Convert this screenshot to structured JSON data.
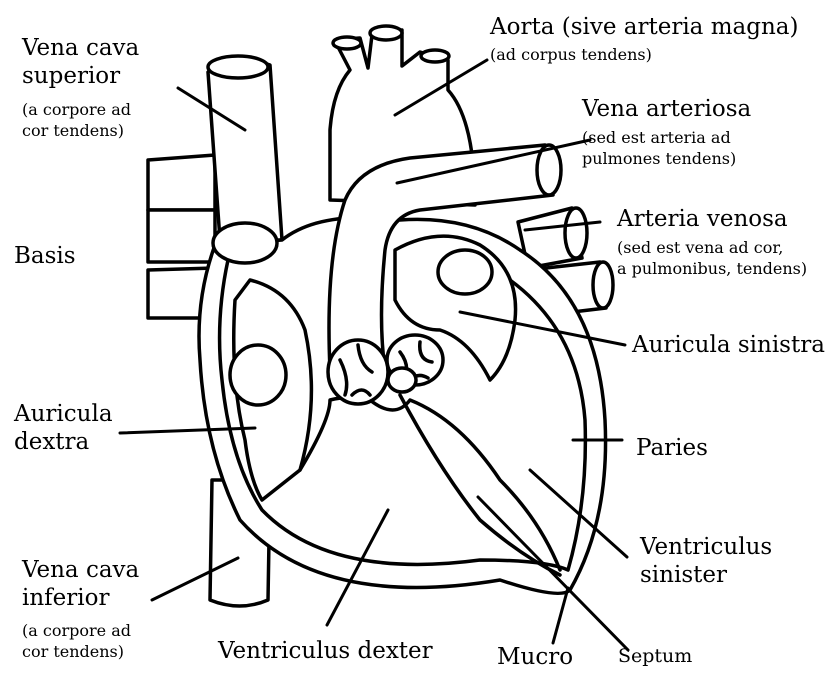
{
  "labels": {
    "vena_cava_superior": {
      "lines": [
        "Vena cava",
        "superior"
      ],
      "note": [
        "(a corpore ad",
        "cor tendens)"
      ]
    },
    "aorta": {
      "title": "Aorta (sive arteria magna)",
      "note": "(ad corpus tendens)"
    },
    "vena_arteriosa": {
      "title": "Vena arteriosa",
      "note": [
        "(sed est arteria ad",
        "pulmones tendens)"
      ]
    },
    "arteria_venosa": {
      "title": "Arteria venosa",
      "note": [
        "(sed est vena ad cor,",
        "a pulmonibus, tendens)"
      ]
    },
    "basis": "Basis",
    "auricula_sinistra": "Auricula sinistra",
    "auricula_dextra": [
      "Auricula",
      "dextra"
    ],
    "paries": "Paries",
    "ventriculus_sinister": [
      "Ventriculus",
      "sinister"
    ],
    "vena_cava_inferior": {
      "lines": [
        "Vena cava",
        "inferior"
      ],
      "note": [
        "(a corpore ad",
        "cor tendens)"
      ]
    },
    "ventriculus_dexter": "Ventriculus dexter",
    "mucro": "Mucro",
    "septum": "Septum"
  },
  "colors": {
    "line": "#000000",
    "fill": "#ffffff"
  }
}
